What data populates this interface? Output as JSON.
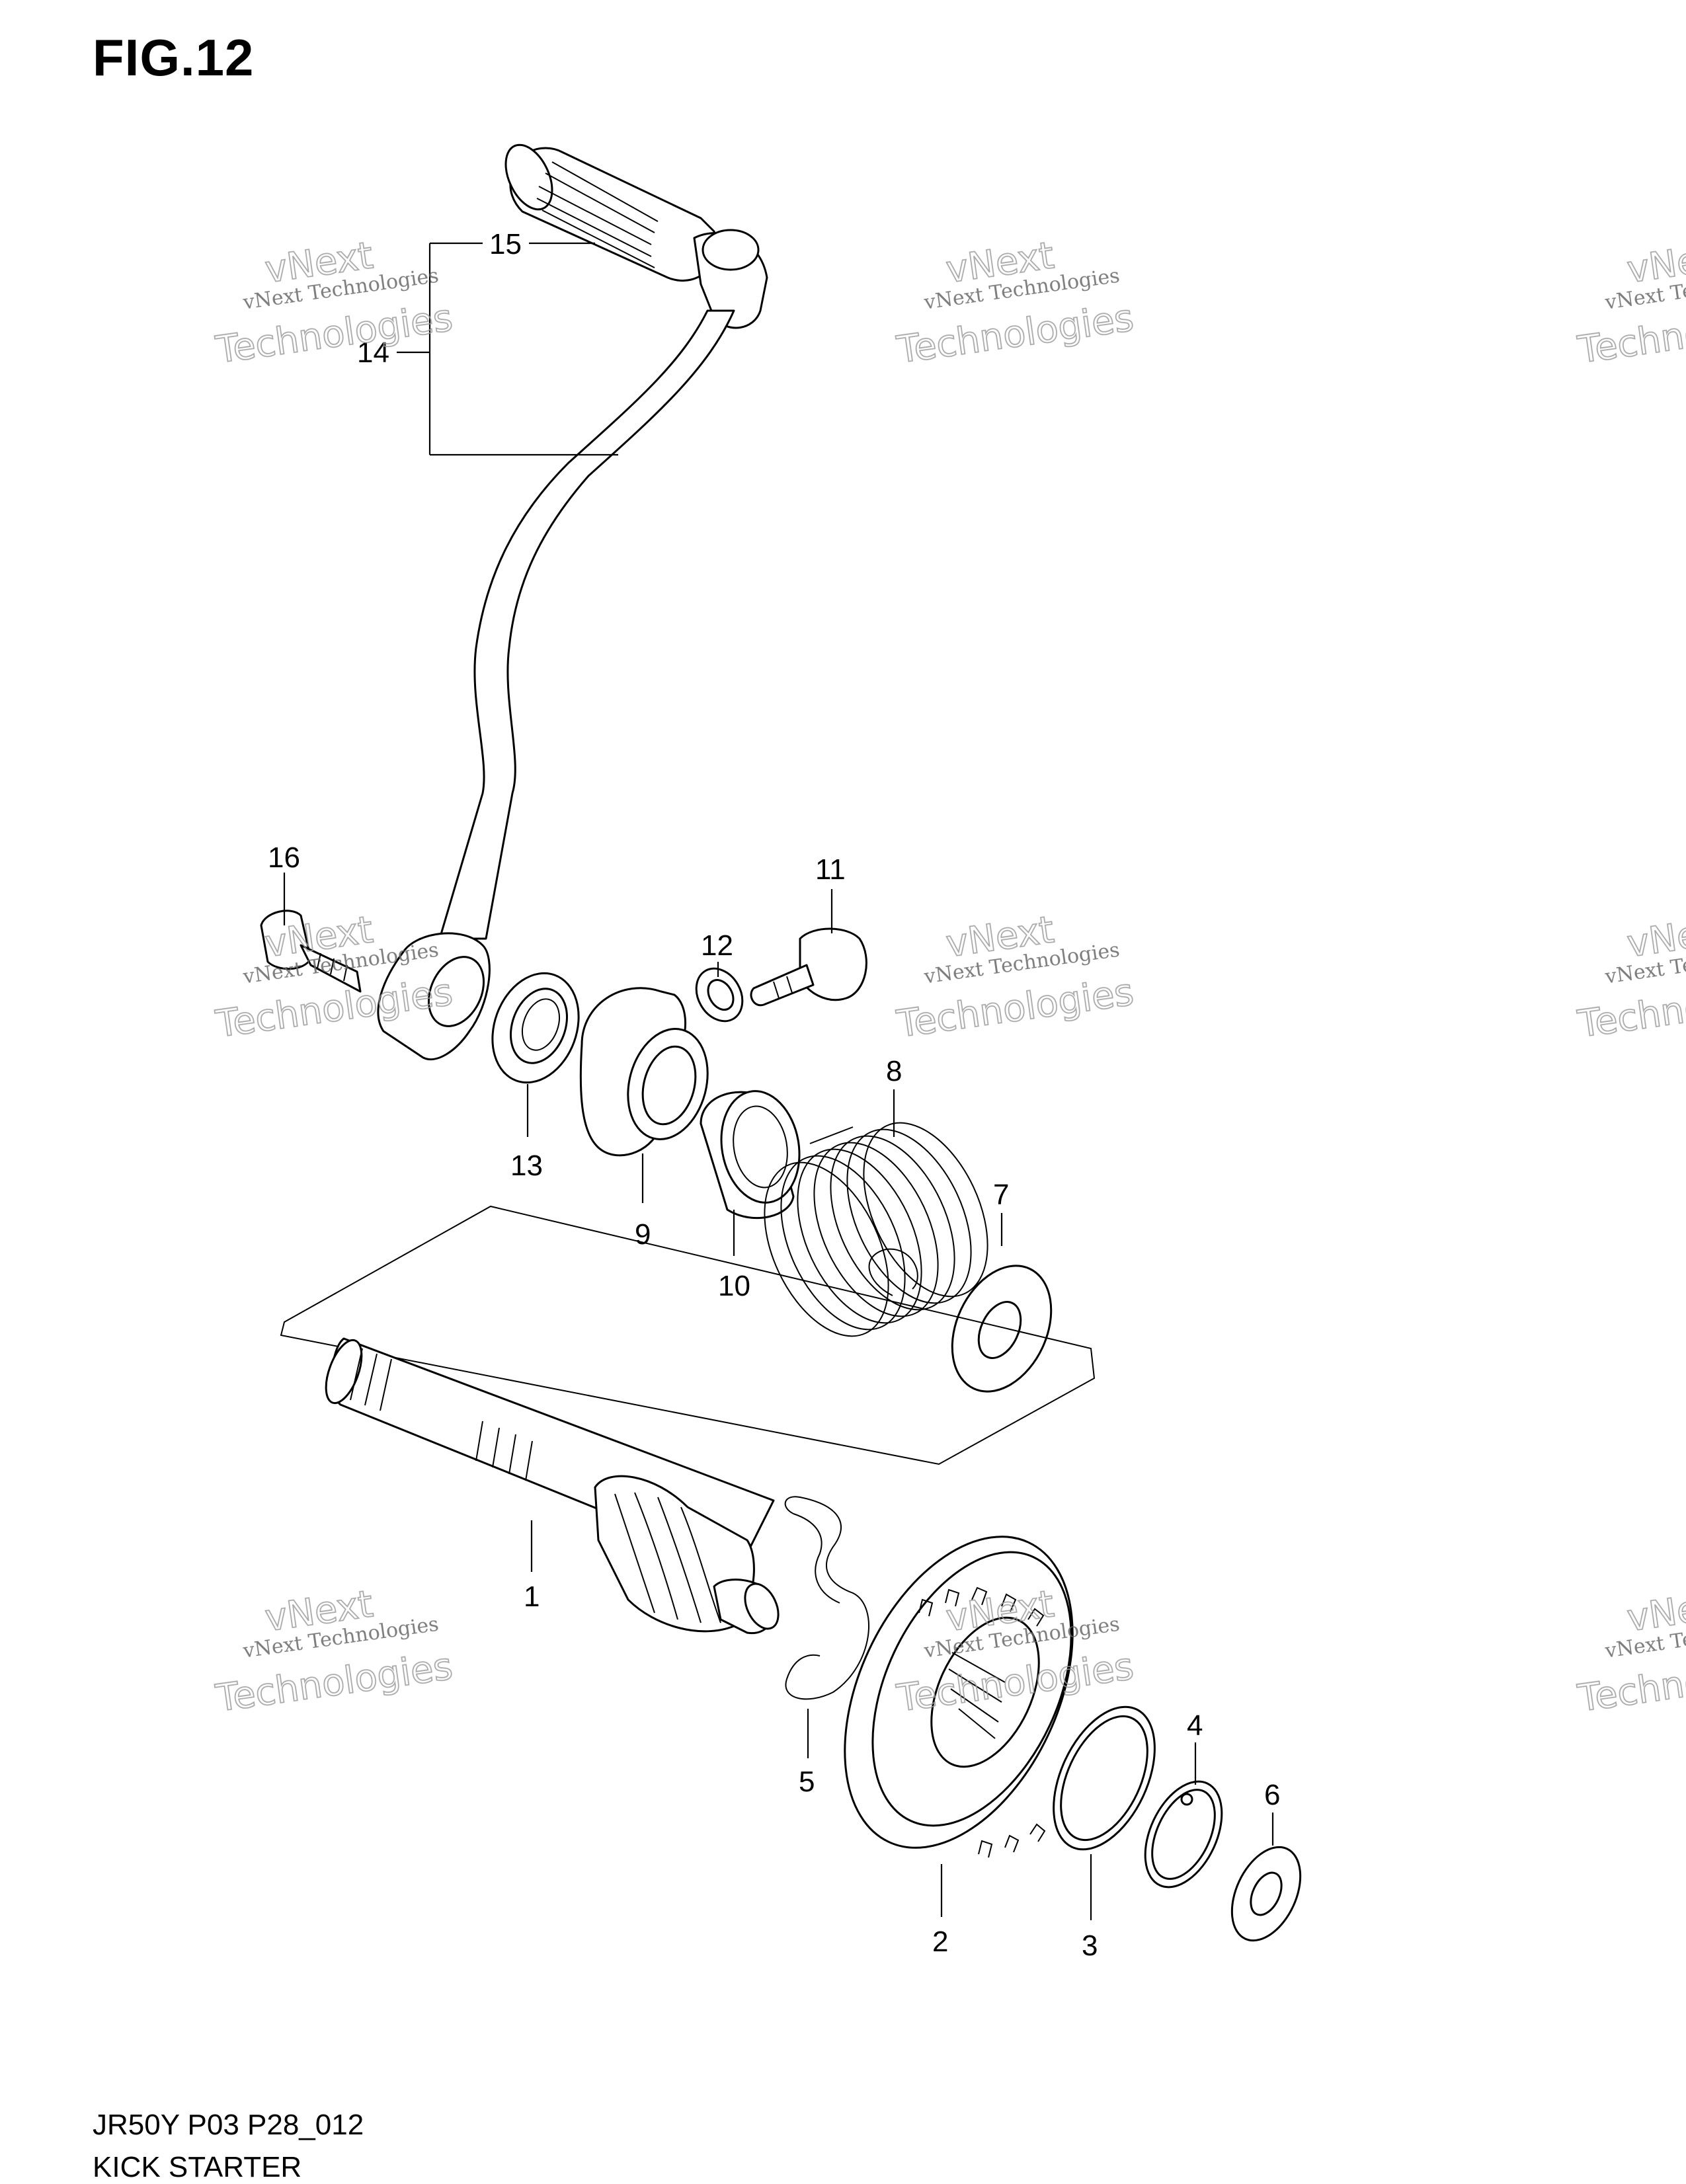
{
  "figure": {
    "title": "FIG.12",
    "code": "JR50Y P03 P28_012",
    "name": "KICK STARTER"
  },
  "callouts": [
    {
      "id": "1",
      "label": "1"
    },
    {
      "id": "2",
      "label": "2"
    },
    {
      "id": "3",
      "label": "3"
    },
    {
      "id": "4",
      "label": "4"
    },
    {
      "id": "5",
      "label": "5"
    },
    {
      "id": "6",
      "label": "6"
    },
    {
      "id": "7",
      "label": "7"
    },
    {
      "id": "8",
      "label": "8"
    },
    {
      "id": "9",
      "label": "9"
    },
    {
      "id": "10",
      "label": "10"
    },
    {
      "id": "11",
      "label": "11"
    },
    {
      "id": "12",
      "label": "12"
    },
    {
      "id": "13",
      "label": "13"
    },
    {
      "id": "14",
      "label": "14"
    },
    {
      "id": "15",
      "label": "15"
    },
    {
      "id": "16",
      "label": "16"
    }
  ],
  "watermark": {
    "line1": "vNext Technologies",
    "line2": "vNext",
    "line3": "Technologies"
  }
}
